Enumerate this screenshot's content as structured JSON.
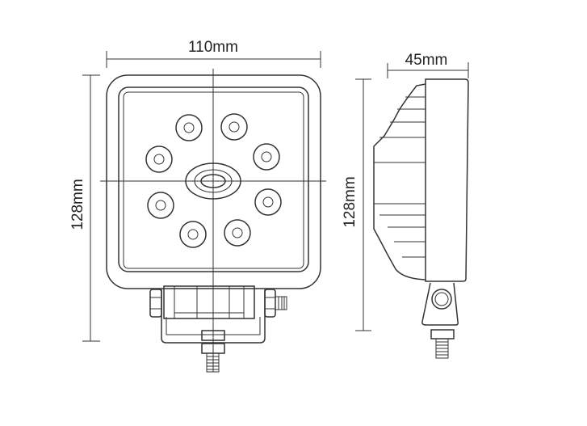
{
  "title": "LED work light dimensions",
  "dimensions": {
    "width": "110mm",
    "height_front": "128mm",
    "depth": "45mm",
    "height_side": "128mm"
  }
}
